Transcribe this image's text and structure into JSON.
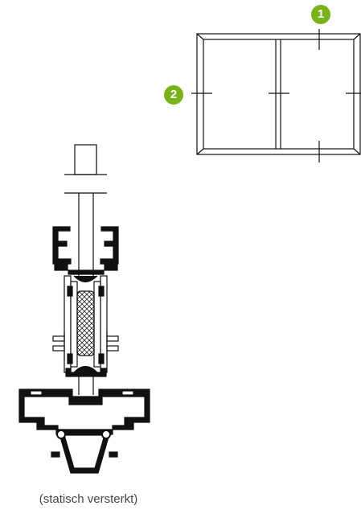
{
  "markers": [
    {
      "label": "1"
    },
    {
      "label": "2"
    }
  ],
  "caption": "(statisch versterkt)",
  "colors": {
    "marker_fill": "#7ab317",
    "line": "#111111",
    "hatch": "#222222"
  }
}
